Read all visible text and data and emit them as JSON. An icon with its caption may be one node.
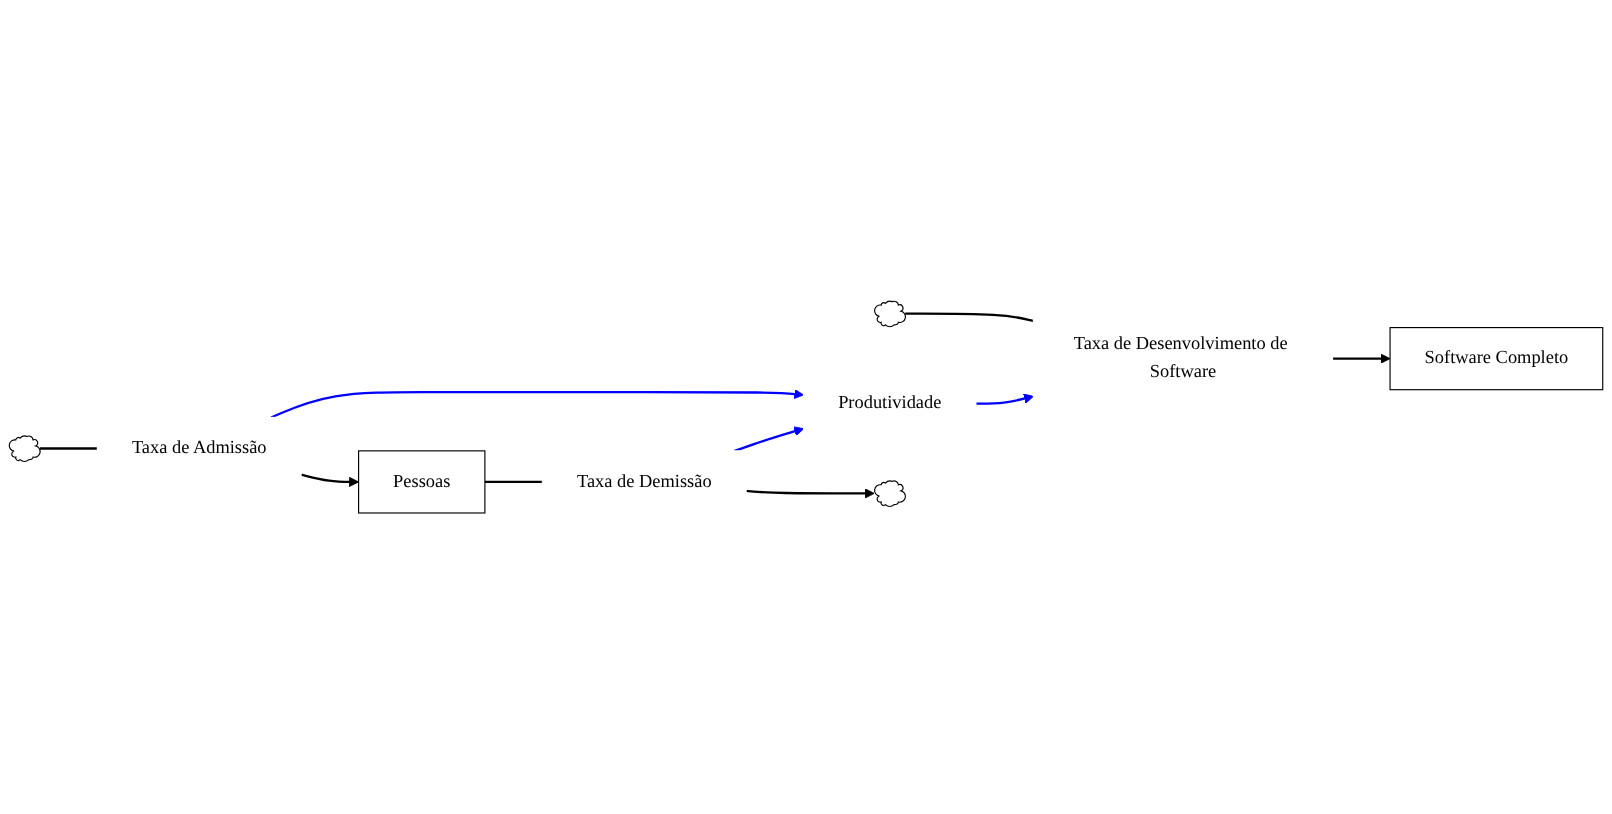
{
  "diagram": {
    "nodes": [
      {
        "text": [],
        "shape": "cloud"
      },
      {
        "text": [
          "Taxa de Desenvolvimento de Software"
        ]
      },
      {
        "text": [
          "Software Completo"
        ]
      },
      {
        "text": [
          "Produtividade"
        ]
      },
      {
        "text": [],
        "shape": "cloud"
      },
      {
        "text": [
          "Taxa de Admissão"
        ]
      },
      {
        "text": [
          "Pessoas"
        ]
      },
      {
        "text": [
          "Taxa de Demissão"
        ]
      },
      {
        "text": [],
        "shape": "cloud"
      }
    ],
    "edges": [
      {
        "from": 0,
        "to": 1,
        "arrow": "none"
      },
      {
        "from": 1,
        "to": 2,
        "arrow": "to"
      },
      {
        "from": 3,
        "to": 1,
        "arrow": "to",
        "color": "#0000ff"
      },
      {
        "from": 4,
        "to": 5,
        "arrow": "none"
      },
      {
        "from": 5,
        "to": 6,
        "arrow": "to"
      },
      {
        "from": 6,
        "to": 7,
        "arrow": "none"
      },
      {
        "from": 7,
        "to": 8,
        "arrow": "to"
      },
      {
        "from": 5,
        "to": 3,
        "arrow": "to",
        "color": "#0000ff"
      },
      {
        "from": 7,
        "to": 3,
        "arrow": "to",
        "color": "#0000ff"
      }
    ]
  }
}
